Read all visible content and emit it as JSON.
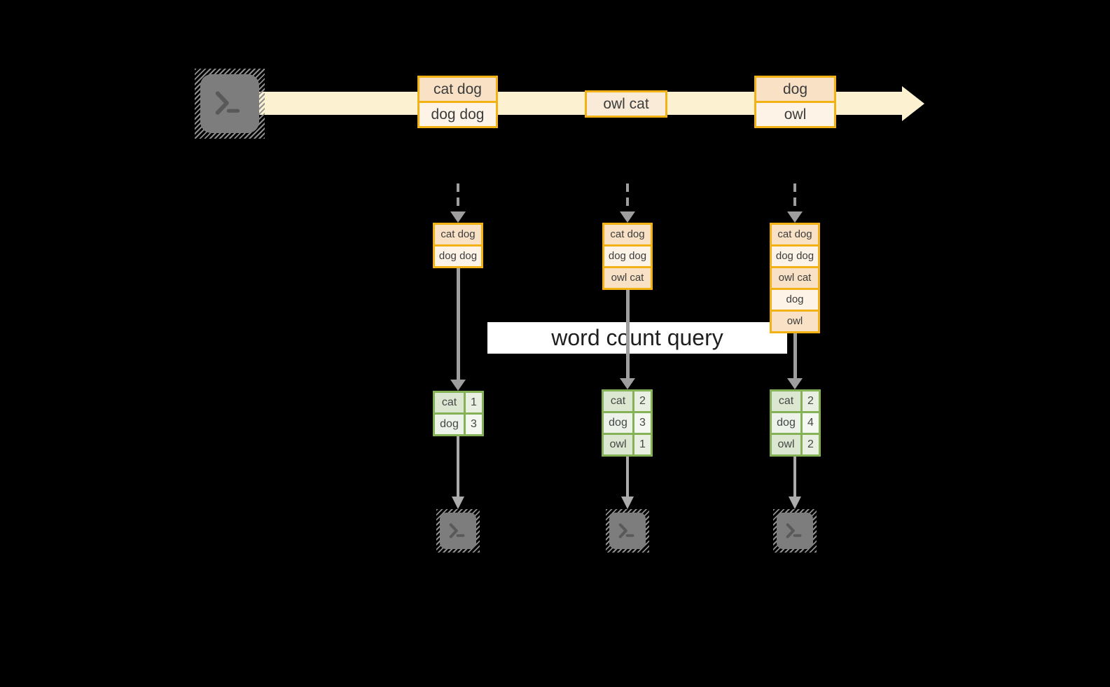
{
  "banner": {
    "label": "word count query"
  },
  "timeline": {
    "source_icon": "terminal",
    "events": [
      {
        "rows": [
          "cat dog",
          "dog dog"
        ]
      },
      {
        "rows": [
          "owl cat"
        ]
      },
      {
        "rows": [
          "dog",
          "owl"
        ]
      }
    ]
  },
  "columns": [
    {
      "buffer": [
        "cat dog",
        "dog dog"
      ],
      "counts": [
        {
          "word": "cat",
          "count": "1"
        },
        {
          "word": "dog",
          "count": "3"
        }
      ]
    },
    {
      "buffer": [
        "cat dog",
        "dog dog",
        "owl cat"
      ],
      "counts": [
        {
          "word": "cat",
          "count": "2"
        },
        {
          "word": "dog",
          "count": "3"
        },
        {
          "word": "owl",
          "count": "1"
        }
      ]
    },
    {
      "buffer": [
        "cat dog",
        "dog dog",
        "owl cat",
        "dog",
        "owl"
      ],
      "counts": [
        {
          "word": "cat",
          "count": "2"
        },
        {
          "word": "dog",
          "count": "4"
        },
        {
          "word": "owl",
          "count": "2"
        }
      ]
    }
  ],
  "colors": {
    "background": "#000000",
    "band": "#FCF2D2",
    "peach": "#F8E1C4",
    "cream": "#FDF3E6",
    "peach_mid": "#FAEBD8",
    "gold_border": "#F2B215",
    "green_border": "#85B257",
    "green_label_dark": "#DCE7D1",
    "green_value_dark": "#E9F0E1",
    "green_label_light": "#EDF3E8",
    "green_value_light": "#F4F8F1",
    "arrow_gray": "#9E9E9E",
    "terminal_gray": "#7D7D7D",
    "banner_bg": "#FFFFFF",
    "banner_text": "#1F1F1F",
    "text_dark": "#3C3C3C"
  }
}
